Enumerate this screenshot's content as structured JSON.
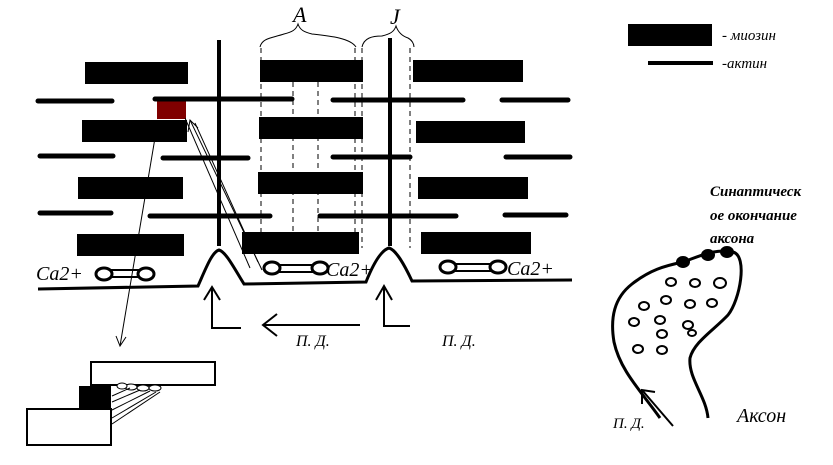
{
  "legend": {
    "myosin_label": "- миозин",
    "actin_label": "-актин"
  },
  "bands": {
    "a_band": "A",
    "i_band": "J"
  },
  "ions": {
    "calcium_left": "Ca2+",
    "calcium_middle": "Ca2+",
    "calcium_right": "Ca2+"
  },
  "potential": {
    "label_1": "П. Д.",
    "label_2": "П. Д.",
    "label_3": "П. Д."
  },
  "synapse": {
    "terminal_line_1": "Синаптическ",
    "terminal_line_2": "ое окончание",
    "terminal_line_3": "аксона",
    "axon_label": "Аксон"
  },
  "colors": {
    "ink": "#000000",
    "highlight": "#800000",
    "background": "#ffffff"
  }
}
